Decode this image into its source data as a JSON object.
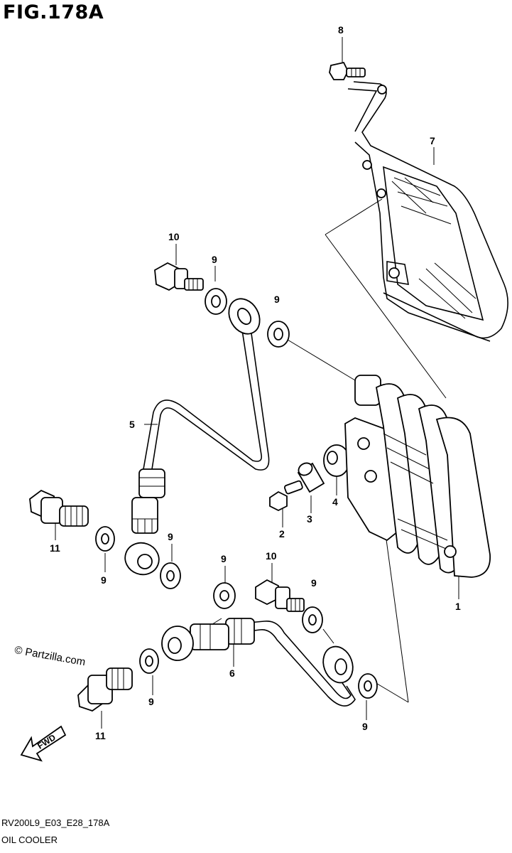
{
  "figure": {
    "title": "FIG.178A",
    "code": "RV200L9_E03_E28_178A",
    "caption": "OIL COOLER",
    "copyright": "© Partzilla.com",
    "fwd_label": "FWD"
  },
  "callouts": [
    {
      "id": "c8",
      "label": "8"
    },
    {
      "id": "c7",
      "label": "7"
    },
    {
      "id": "c10a",
      "label": "10"
    },
    {
      "id": "c9a",
      "label": "9"
    },
    {
      "id": "c9b",
      "label": "9"
    },
    {
      "id": "c5",
      "label": "5"
    },
    {
      "id": "c11a",
      "label": "11"
    },
    {
      "id": "c9c",
      "label": "9"
    },
    {
      "id": "c9d",
      "label": "9"
    },
    {
      "id": "c2",
      "label": "2"
    },
    {
      "id": "c3",
      "label": "3"
    },
    {
      "id": "c4",
      "label": "4"
    },
    {
      "id": "c1",
      "label": "1"
    },
    {
      "id": "c9e",
      "label": "9"
    },
    {
      "id": "c10b",
      "label": "10"
    },
    {
      "id": "c9f",
      "label": "9"
    },
    {
      "id": "c6",
      "label": "6"
    },
    {
      "id": "c9g",
      "label": "9"
    },
    {
      "id": "c11b",
      "label": "11"
    },
    {
      "id": "c9h",
      "label": "9"
    }
  ]
}
